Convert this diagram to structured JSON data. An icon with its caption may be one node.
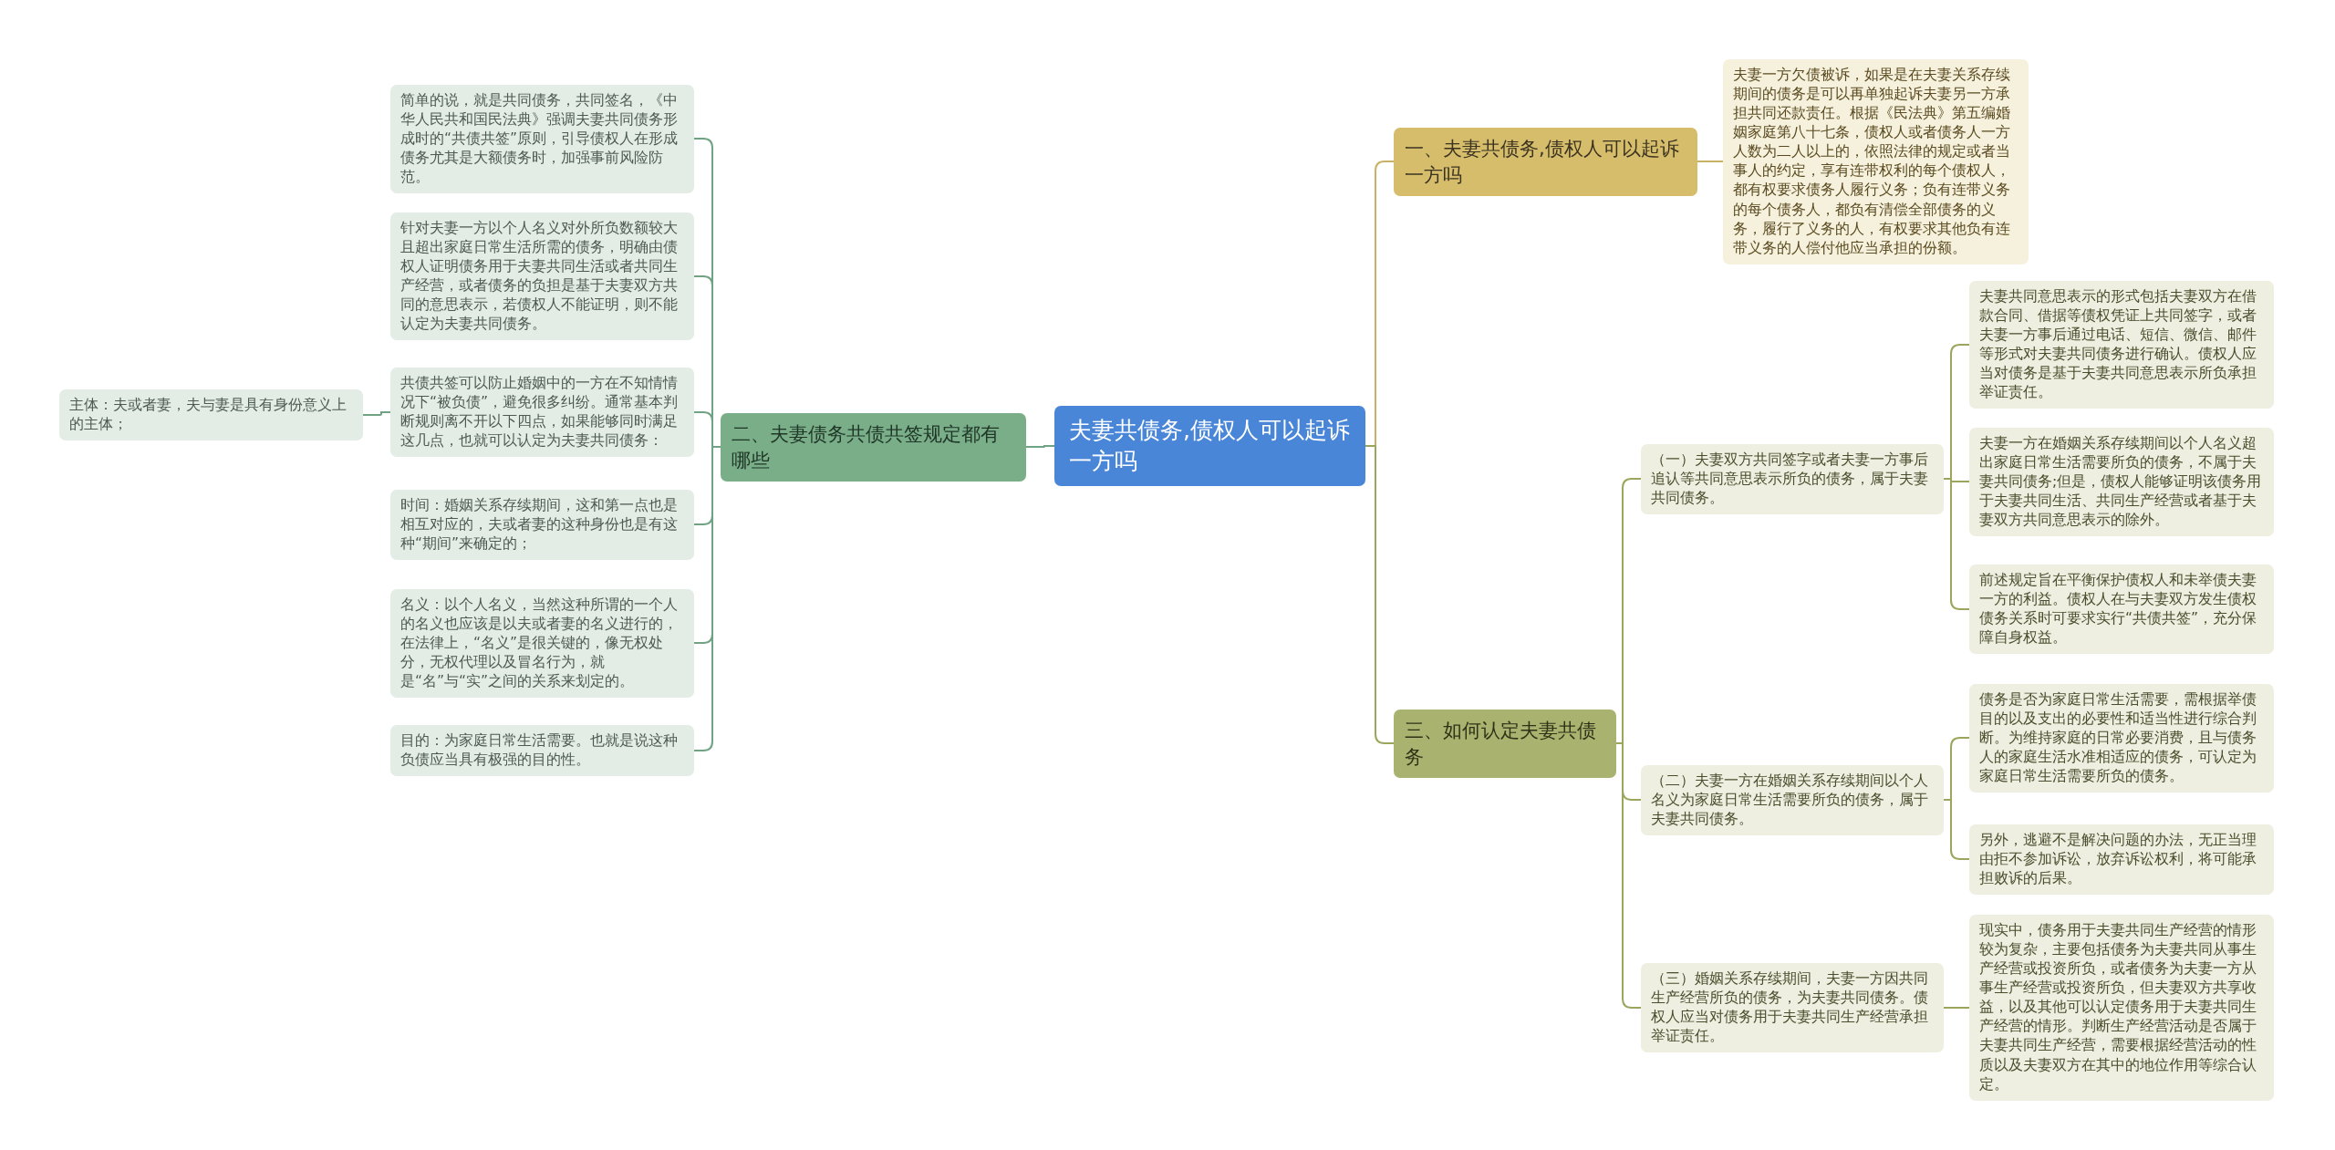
{
  "diagram": {
    "nodes": [
      {
        "text": [
          "夫妻共债务,债权人可以起诉一方吗"
        ]
      },
      {
        "text": [
          "一、夫妻共债务,债权人可以起诉一方吗"
        ]
      },
      {
        "text": [
          "夫妻一方欠债被诉，如果是在夫妻关系存续期间的债务是可以再单独起诉夫妻另一方承担共同还款责任。根据《民法典》第五编婚姻家庭第八十七条，债权人或者债务人一方人数为二人以上的，依照法律的规定或者当事人的约定，享有连带权利的每个债权人，都有权要求债务人履行义务；负有连带义务的每个债务人，都负有清偿全部债务的义务，履行了义务的人，有权要求其他负有连带义务的人偿付他应当承担的份额。"
        ]
      },
      {
        "text": [
          "三、如何认定夫妻共债务"
        ]
      },
      {
        "text": [
          "（一）夫妻双方共同签字或者夫妻一方事后追认等共同意思表示所负的债务，属于夫妻共同债务。"
        ]
      },
      {
        "text": [
          "夫妻共同意思表示的形式包括夫妻双方在借款合同、借据等债权凭证上共同签字，或者夫妻一方事后通过电话、短信、微信、邮件等形式对夫妻共同债务进行确认。债权人应当对债务是基于夫妻共同意思表示所负承担举证责任。"
        ]
      },
      {
        "text": [
          "夫妻一方在婚姻关系存续期间以个人名义超出家庭日常生活需要所负的债务，不属于夫妻共同债务;但是，债权人能够证明该债务用于夫妻共同生活、共同生产经营或者基于夫妻双方共同意思表示的除外。"
        ]
      },
      {
        "text": [
          "前述规定旨在平衡保护债权人和未举债夫妻一方的利益。债权人在与夫妻双方发生债权债务关系时可要求实行“共债共签”，充分保障自身权益。"
        ]
      },
      {
        "text": [
          "（二）夫妻一方在婚姻关系存续期间以个人名义为家庭日常生活需要所负的债务，属于夫妻共同债务。"
        ]
      },
      {
        "text": [
          "债务是否为家庭日常生活需要，需根据举债目的以及支出的必要性和适当性进行综合判断。为维持家庭的日常必要消费，且与债务人的家庭生活水准相适应的债务，可认定为家庭日常生活需要所负的债务。"
        ]
      },
      {
        "text": [
          "另外，逃避不是解决问题的办法，无正当理由拒不参加诉讼，放弃诉讼权利，将可能承担败诉的后果。"
        ]
      },
      {
        "text": [
          "（三）婚姻关系存续期间，夫妻一方因共同生产经营所负的债务，为夫妻共同债务。债权人应当对债务用于夫妻共同生产经营承担举证责任。"
        ]
      },
      {
        "text": [
          "现实中，债务用于夫妻共同生产经营的情形较为复杂，主要包括债务为夫妻共同从事生产经营或投资所负，或者债务为夫妻一方从事生产经营或投资所负，但夫妻双方共享收益，以及其他可以认定债务用于夫妻共同生产经营的情形。判断生产经营活动是否属于夫妻共同生产经营，需要根据经营活动的性质以及夫妻双方在其中的地位作用等综合认定。"
        ]
      },
      {
        "text": [
          "二、夫妻债务共债共签规定都有哪些"
        ]
      },
      {
        "text": [
          "简单的说，就是共同债务，共同签名，《中华人民共和国民法典》强调夫妻共同债务形成时的“共债共签”原则，引导债权人在形成债务尤其是大额债务时，加强事前风险防范。"
        ]
      },
      {
        "text": [
          "针对夫妻一方以个人名义对外所负数额较大且超出家庭日常生活所需的债务，明确由债权人证明债务用于夫妻共同生活或者共同生产经营，或者债务的负担是基于夫妻双方共同的意思表示，若债权人不能证明，则不能认定为夫妻共同债务。"
        ]
      },
      {
        "text": [
          "共债共签可以防止婚姻中的一方在不知情情况下“被负债”，避免很多纠纷。通常基本判断规则离不开以下四点，如果能够同时满足这几点，也就可以认定为夫妻共同债务："
        ]
      },
      {
        "text": [
          "主体：夫或者妻，夫与妻是具有身份意义上的主体；"
        ]
      },
      {
        "text": [
          "时间：婚姻关系存续期间，这和第一点也是相互对应的，夫或者妻的这种身份也是有这种“期间”来确定的；"
        ]
      },
      {
        "text": [
          "名义：以个人名义，当然这种所谓的一个人的名义也应该是以夫或者妻的名义进行的，在法律上，“名义”是很关键的，像无权处分，无权代理以及冒名行为，就是“名”与“实”之间的关系来划定的。"
        ]
      },
      {
        "text": [
          "目的：为家庭日常生活需要。也就是说这种负债应当具有极强的目的性。"
        ]
      }
    ],
    "edges": [
      {
        "from": 0,
        "to": 1,
        "arrow": "none",
        "color": "#c9b265"
      },
      {
        "from": 1,
        "to": 2,
        "arrow": "none",
        "color": "#c9b265"
      },
      {
        "from": 0,
        "to": 3,
        "arrow": "none"
      },
      {
        "from": 3,
        "to": 4,
        "arrow": "none"
      },
      {
        "from": 4,
        "to": 5,
        "arrow": "none"
      },
      {
        "from": 4,
        "to": 6,
        "arrow": "none"
      },
      {
        "from": 4,
        "to": 7,
        "arrow": "none"
      },
      {
        "from": 3,
        "to": 8,
        "arrow": "none"
      },
      {
        "from": 8,
        "to": 9,
        "arrow": "none"
      },
      {
        "from": 8,
        "to": 10,
        "arrow": "none"
      },
      {
        "from": 3,
        "to": 11,
        "arrow": "none"
      },
      {
        "from": 11,
        "to": 12,
        "arrow": "none"
      },
      {
        "from": 0,
        "to": 13,
        "arrow": "none",
        "color": "#6fa383"
      },
      {
        "from": 13,
        "to": 14,
        "arrow": "none",
        "color": "#6fa383"
      },
      {
        "from": 13,
        "to": 15,
        "arrow": "none",
        "color": "#6fa383"
      },
      {
        "from": 13,
        "to": 16,
        "arrow": "none",
        "color": "#6fa383"
      },
      {
        "from": 16,
        "to": 17,
        "arrow": "none",
        "color": "#6fa383"
      },
      {
        "from": 13,
        "to": 18,
        "arrow": "none",
        "color": "#6fa383"
      },
      {
        "from": 13,
        "to": 19,
        "arrow": "none",
        "color": "#6fa383"
      },
      {
        "from": 13,
        "to": 20,
        "arrow": "none",
        "color": "#6fa383"
      }
    ]
  }
}
